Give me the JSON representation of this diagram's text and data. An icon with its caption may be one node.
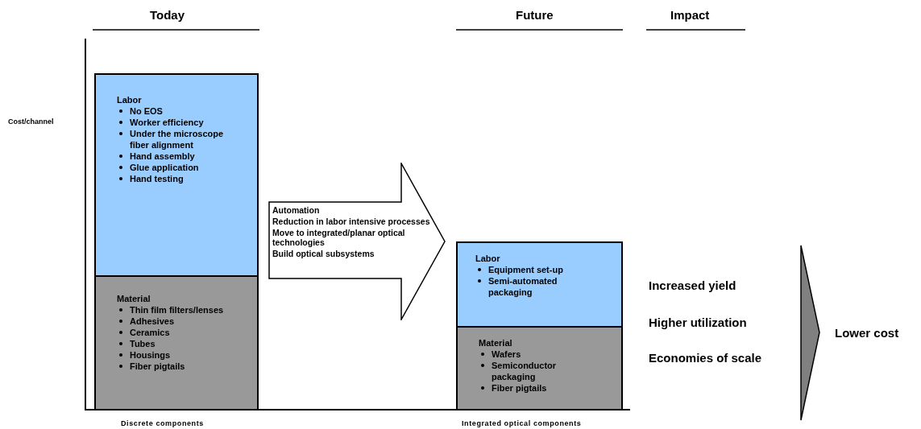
{
  "diagram": {
    "nodes": [
      {
        "text": [
          "Labor",
          "No EOS",
          "Worker efficiency",
          "Under the microscope fiber alignment",
          "Hand assembly",
          "Glue application",
          "Hand testing"
        ]
      },
      {
        "text": [
          "Material",
          "Thin film filters/lenses",
          "Adhesives",
          "Ceramics",
          "Tubes",
          "Housings",
          "Fiber pigtails"
        ]
      },
      {
        "text": [
          "Automation",
          "Reduction in labor intensive processes",
          "Move to integrated/planar optical technologies",
          "Build optical subsystems"
        ]
      },
      {
        "text": [
          "Labor",
          "Equipment set-up",
          "Semi-automated packaging"
        ]
      },
      {
        "text": [
          "Material",
          "Wafers",
          "Semiconductor packaging",
          "Fiber pigtails"
        ]
      },
      {
        "text": [],
        "shape": "triangle"
      }
    ],
    "labels": [
      "Today",
      "Future",
      "Impact",
      "Cost/channel",
      "Increased yield",
      "Higher utilization",
      "Economies of scale",
      "Lower cost",
      "Discrete components",
      "Integrated optical components"
    ]
  }
}
